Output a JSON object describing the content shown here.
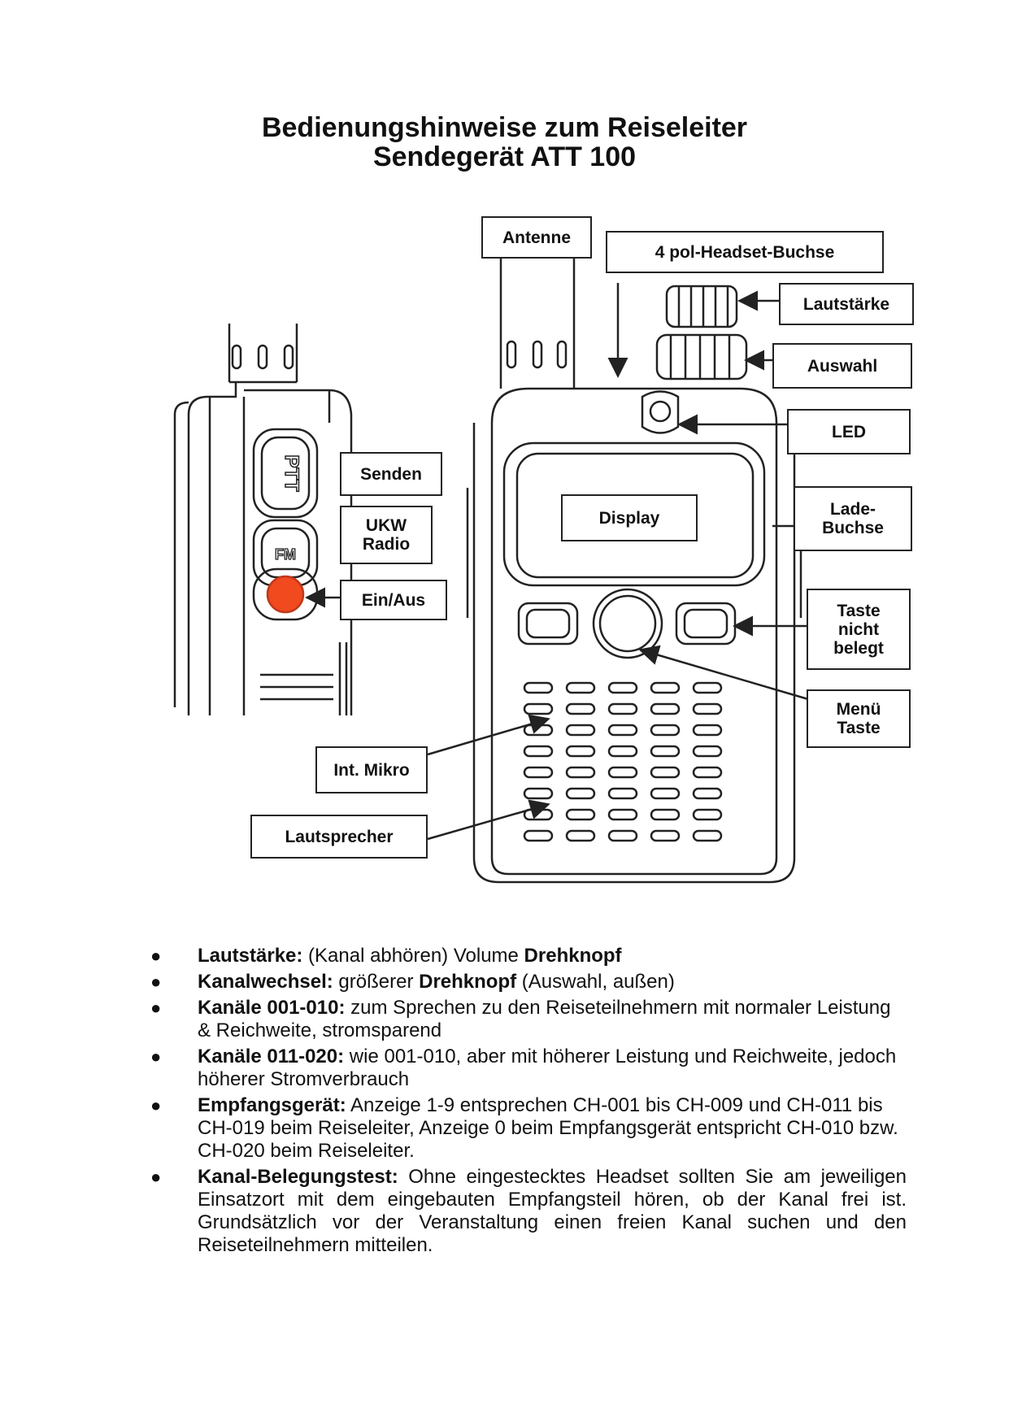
{
  "title": {
    "line1": "Bedienungshinweise zum Reiseleiter",
    "line2": "Sendegerät  ATT 100"
  },
  "labels": {
    "antenne": "Antenne",
    "headset": "4 pol-Headset-Buchse",
    "lautstaerke": "Lautstärke",
    "auswahl": "Auswahl",
    "led": "LED",
    "senden": "Senden",
    "ukw_line1": "UKW",
    "ukw_line2": "Radio",
    "display": "Display",
    "lade_line1": "Lade-",
    "lade_line2": "Buchse",
    "einaus": "Ein/Aus",
    "taste_line1": "Taste",
    "taste_line2": "nicht",
    "taste_line3": "belegt",
    "menue_line1": "Menü",
    "menue_line2": "Taste",
    "mikro": "Int. Mikro",
    "lautsprecher": "Lautsprecher"
  },
  "device_text": {
    "ptt": "PTT",
    "fm": "FM"
  },
  "bullets": {
    "b1_label": "Lautstärke:",
    "b1_text": " (Kanal abhören) Volume ",
    "b1_bold": "Drehknopf",
    "b2_label": "Kanalwechsel:",
    "b2_text1": " größerer ",
    "b2_bold": "Drehknopf",
    "b2_text2": " (Auswahl, außen)",
    "b3_label": "Kanäle 001-010:",
    "b3_text": " zum Sprechen  zu den Reiseteilnehmern  mit normaler Leistung & Reichweite, stromsparend",
    "b4_label": "Kanäle 011-020:",
    "b4_text": " wie 001-010, aber mit höherer  Leistung und Reichweite, jedoch höherer Stromverbrauch",
    "b5_label": "Empfangsgerät:",
    "b5_text": " Anzeige 1-9 entsprechen CH-001 bis  CH-009 und CH-011 bis CH-019  beim Reiseleiter,  Anzeige 0 beim Empfangsgerät  entspricht CH-010 bzw. CH-020 beim Reiseleiter.",
    "b6_label": "Kanal-Belegungstest:",
    "b6_text": " Ohne eingestecktes Headset sollten Sie am jeweiligen Einsatzort mit dem eingebauten Empfangsteil hören, ob der Kanal frei ist. Grundsätzlich  vor der Veranstaltung einen freien Kanal suchen und den Reiseteilnehmern mitteilen."
  },
  "colors": {
    "power_button": "#f04a1e",
    "line": "#222222"
  }
}
